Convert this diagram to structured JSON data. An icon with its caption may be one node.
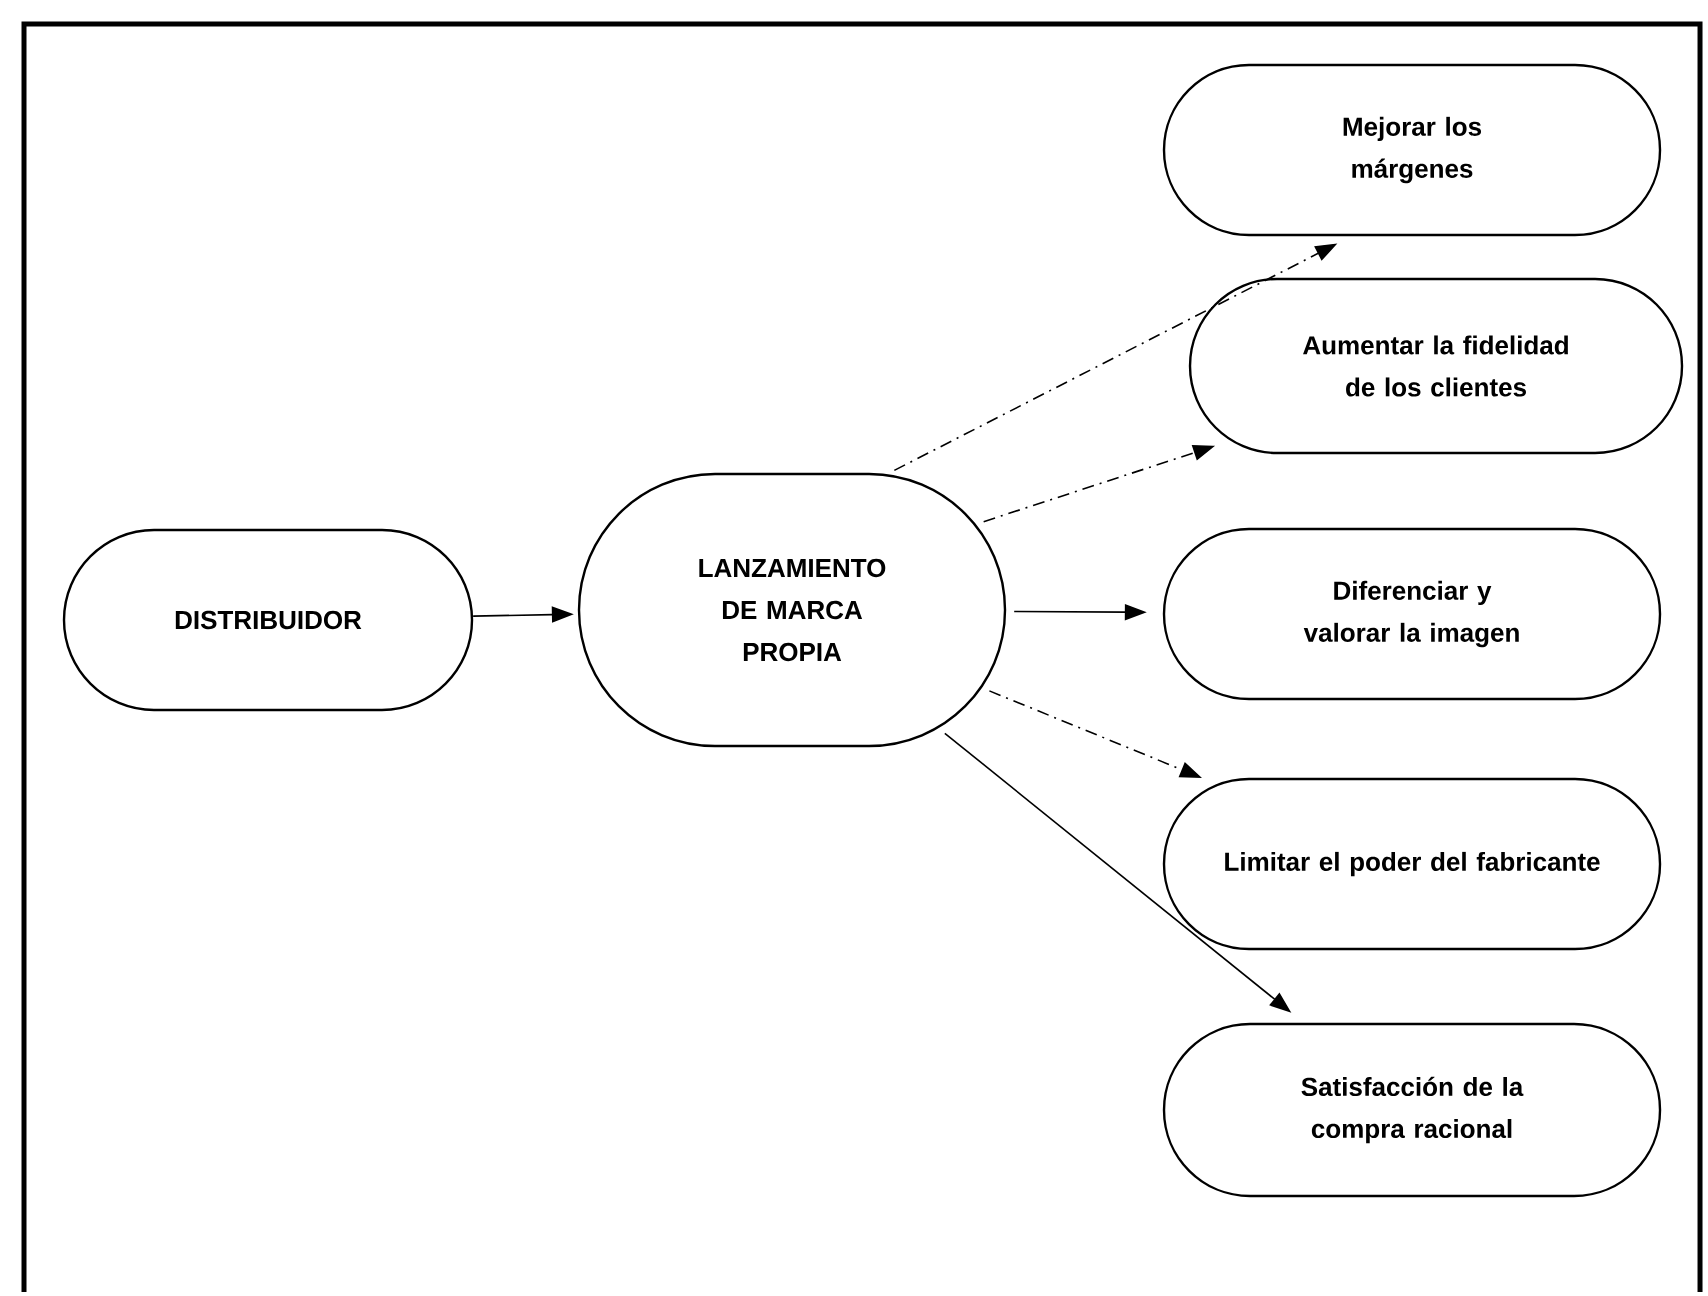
{
  "diagram": {
    "nodes": [
      {
        "text": [
          "DISTRIBUIDOR"
        ]
      },
      {
        "text": [
          "LANZAMIENTO DE MARCA PROPIA"
        ]
      },
      {
        "text": [
          "Mejorar los márgenes"
        ]
      },
      {
        "text": [
          "Aumentar la fidelidad de los clientes"
        ]
      },
      {
        "text": [
          "Diferenciar y valorar la imagen"
        ]
      },
      {
        "text": [
          "Limitar el poder del fabricante"
        ]
      },
      {
        "text": [
          "Satisfacción de la compra racional"
        ]
      }
    ],
    "edges": [
      {
        "from": 0,
        "to": 1,
        "arrow": "to"
      },
      {
        "from": 1,
        "to": 2,
        "arrow": "to",
        "style": "dashed"
      },
      {
        "from": 1,
        "to": 3,
        "arrow": "to",
        "style": "dashed"
      },
      {
        "from": 1,
        "to": 4,
        "arrow": "to"
      },
      {
        "from": 1,
        "to": 5,
        "arrow": "to",
        "style": "dashed"
      },
      {
        "from": 1,
        "to": 6,
        "arrow": "to"
      }
    ]
  }
}
